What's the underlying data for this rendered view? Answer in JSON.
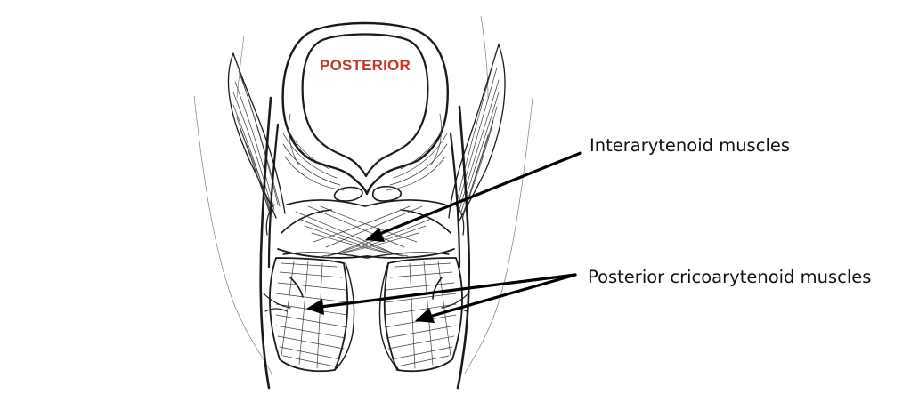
{
  "figure": {
    "orientation_label": "POSTERIOR",
    "orientation_color": "#c0392b",
    "callouts": [
      {
        "id": "interarytenoid",
        "text": "Interarytenoid muscles"
      },
      {
        "id": "posterior-cricoarytenoid",
        "text": "Posterior cricoarytenoid muscles"
      }
    ]
  }
}
